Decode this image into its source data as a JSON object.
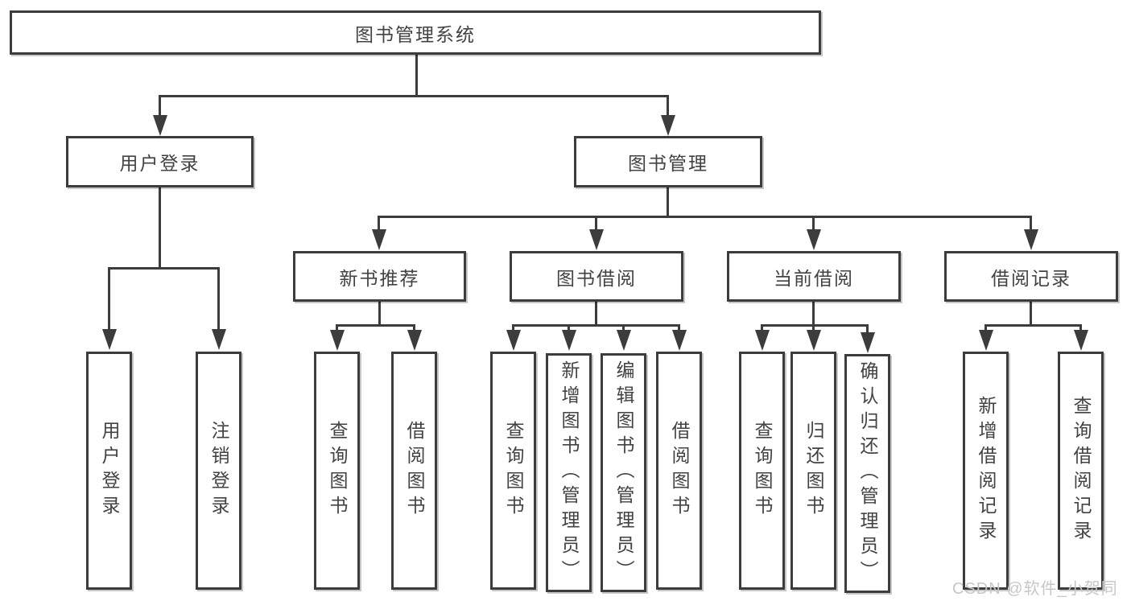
{
  "colors": {
    "line": "#3c3c3c",
    "text": "#424242",
    "box_background": "#ffffff",
    "page_background": "#ffffff",
    "watermark": "#c7c7c7"
  },
  "root": {
    "label": "图书管理系统"
  },
  "level2": [
    {
      "label": "用户登录"
    },
    {
      "label": "图书管理"
    }
  ],
  "level3": [
    {
      "label": "新书推荐"
    },
    {
      "label": "图书借阅"
    },
    {
      "label": "当前借阅"
    },
    {
      "label": "借阅记录"
    }
  ],
  "leaves": {
    "user_login": [
      "用户登录",
      "注销登录"
    ],
    "new_book": [
      "查询图书",
      "借阅图书"
    ],
    "book_borrow": [
      "查询图书",
      "新增图书（管理员）",
      "编辑图书（管理员）",
      "借阅图书"
    ],
    "current_borrow": [
      "查询图书",
      "归还图书",
      "确认归还（管理员）"
    ],
    "borrow_record": [
      "新增借阅记录",
      "查询借阅记录"
    ]
  },
  "watermark": {
    "text": "CSDN @软件_小贺同学"
  }
}
